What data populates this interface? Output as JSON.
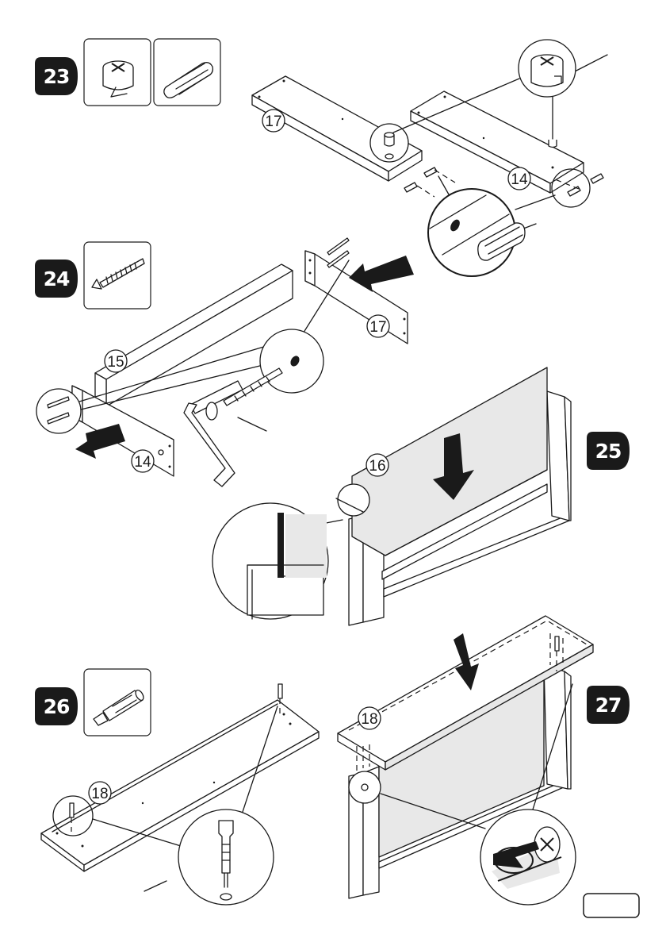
{
  "steps": [
    {
      "number": "23",
      "part_labels": [
        "17",
        "14"
      ]
    },
    {
      "number": "24",
      "part_labels": [
        "17",
        "15",
        "14"
      ]
    },
    {
      "number": "25",
      "part_labels": [
        "16"
      ]
    },
    {
      "number": "26",
      "part_labels": [
        "18"
      ]
    },
    {
      "number": "27",
      "part_labels": [
        "18"
      ]
    }
  ],
  "page_number": "",
  "icons": [
    "cam-lock-icon",
    "wooden-dowel-icon",
    "confirmat-screw-icon",
    "allen-key-icon",
    "cam-bolt-icon",
    "down-arrow-icon",
    "push-arrow-icon",
    "twist-lock-icon"
  ]
}
